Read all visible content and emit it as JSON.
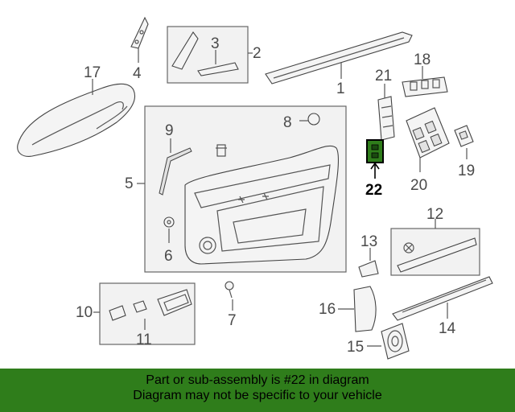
{
  "callouts": {
    "c1": "1",
    "c2": "2",
    "c3": "3",
    "c4": "4",
    "c5": "5",
    "c6": "6",
    "c7": "7",
    "c8": "8",
    "c9": "9",
    "c10": "10",
    "c11": "11",
    "c12": "12",
    "c13": "13",
    "c14": "14",
    "c15": "15",
    "c16": "16",
    "c17": "17",
    "c18": "18",
    "c19": "19",
    "c20": "20",
    "c21": "21",
    "c22": "22"
  },
  "banner": {
    "line1": "Part or sub-assembly is #22 in diagram",
    "line2": "Diagram may not be specific to your vehicle",
    "bg_color": "#2f7d1b"
  }
}
